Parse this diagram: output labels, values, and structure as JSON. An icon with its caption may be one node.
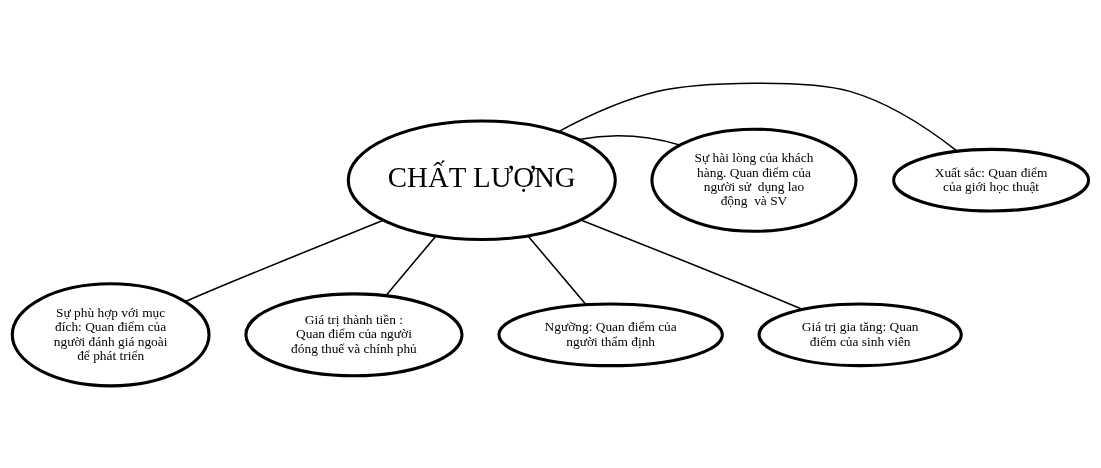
{
  "diagram": {
    "nodes": [
      {
        "text": [
          "CHẤT LƯỢNG"
        ]
      },
      {
        "text": [
          "Xuất sắc: Quan điểm của giới học thuật"
        ]
      },
      {
        "text": [
          "Sự hài lòng của khách hàng. Quan điểm của người sử  dụng lao động  và SV"
        ]
      },
      {
        "text": [
          "Sự phù hợp với mục đích: Quan điểm của người đánh giá ngoài để phát triển"
        ]
      },
      {
        "text": [
          "Giá trị thành tiền : Quan điểm của người đóng thuế và chính phủ"
        ]
      },
      {
        "text": [
          "Ngưỡng: Quan điểm của người thẩm định"
        ]
      },
      {
        "text": [
          "Giá trị gia tăng: Quan điểm của sinh viên"
        ]
      }
    ],
    "edges": [
      {
        "from": 0,
        "to": 1,
        "arrow": "none"
      },
      {
        "from": 0,
        "to": 2,
        "arrow": "none"
      },
      {
        "from": 0,
        "to": 3,
        "arrow": "none"
      },
      {
        "from": 0,
        "to": 5,
        "arrow": "none"
      },
      {
        "from": 0,
        "to": 6,
        "arrow": "none"
      },
      {
        "from": 0,
        "to": 4,
        "arrow": "none"
      }
    ]
  }
}
